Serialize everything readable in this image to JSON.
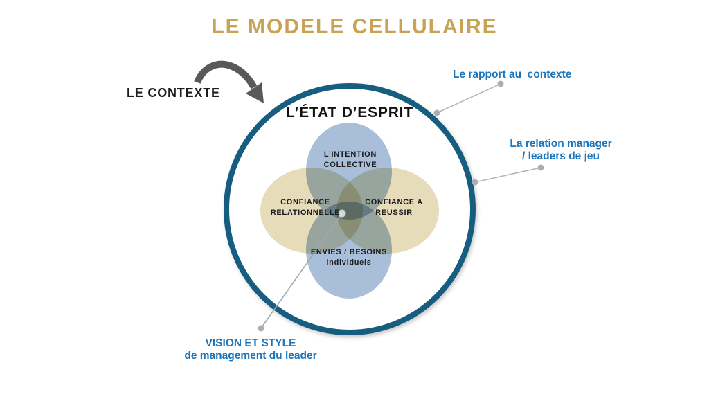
{
  "slide": {
    "title": "LE MODELE CELLULAIRE",
    "context_label": "LE CONTEXTE",
    "circle_title": "L’ÉTAT D’ESPRIT"
  },
  "petals": {
    "top": {
      "label": "L’INTENTION\nCOLLECTIVE",
      "color": "#a9bed9"
    },
    "left": {
      "label": "CONFIANCE\nRELATIONNELLE",
      "color": "#e6dcba"
    },
    "right": {
      "label": "CONFIANCE A\nREUSSIR",
      "color": "#e6dcba"
    },
    "bottom": {
      "label": "ENVIES / BESOINS\nindividuels",
      "color": "#a9bed9"
    }
  },
  "callouts": {
    "rapport": {
      "label": "Le rapport au  contexte"
    },
    "relation": {
      "label": "La relation manager\n/ leaders de jeu"
    },
    "vision": {
      "label": "VISION ET STYLE\nde management du leader"
    }
  },
  "icons": {
    "curved_arrow": "curved-arrow-icon"
  },
  "colors": {
    "title-gold": "#c8a356",
    "callout-blue": "#1b75bc",
    "ring-navy": "#175d80",
    "petal-blue": "#a9bed9",
    "petal-tan": "#e6dcba",
    "arrow-gray": "#58595b",
    "connector-gray": "#b5b5b5",
    "text-dark": "#1c1c1c"
  }
}
